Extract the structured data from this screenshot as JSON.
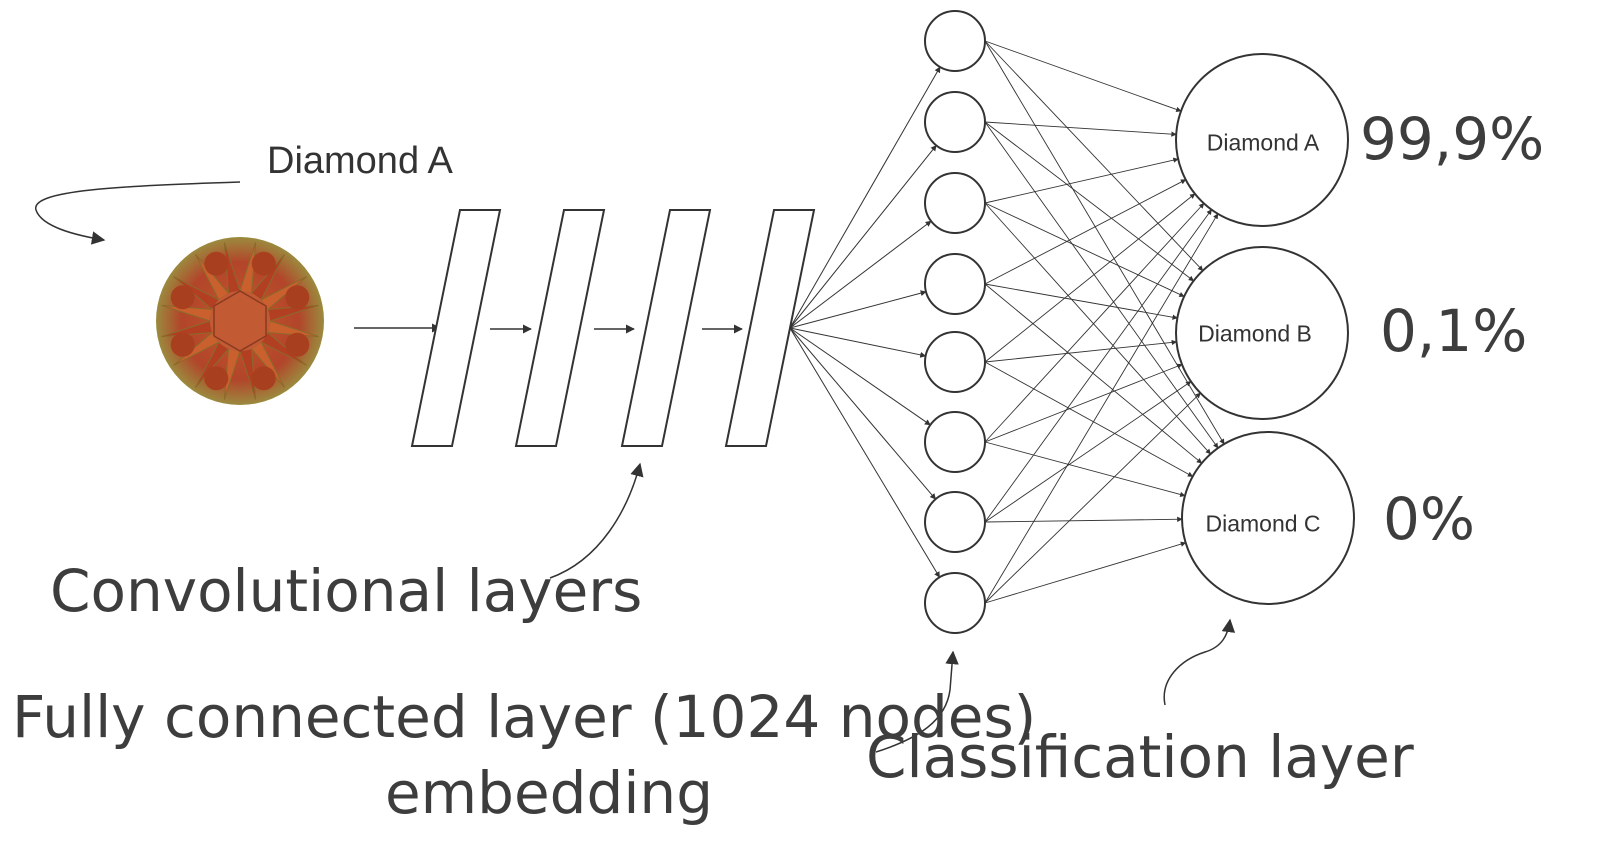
{
  "input": {
    "label": "Diamond A",
    "image_icon": "diamond-image"
  },
  "labels": {
    "convolutional": "Convolutional layers",
    "fully_connected_line1": "Fully connected layer (1024 nodes)",
    "fully_connected_line2": "embedding",
    "classification": "Classification layer"
  },
  "classes": [
    {
      "name": "Diamond A",
      "probability": "99,9%"
    },
    {
      "name": "Diamond B",
      "probability": "0,1%"
    },
    {
      "name": "Diamond C",
      "probability": "0%"
    }
  ],
  "colors": {
    "text": "#3d3d3d",
    "line": "#333333",
    "diamond_dark": "#a4331a",
    "diamond_mid": "#c45a2c",
    "diamond_gold": "#9b8a3e"
  }
}
